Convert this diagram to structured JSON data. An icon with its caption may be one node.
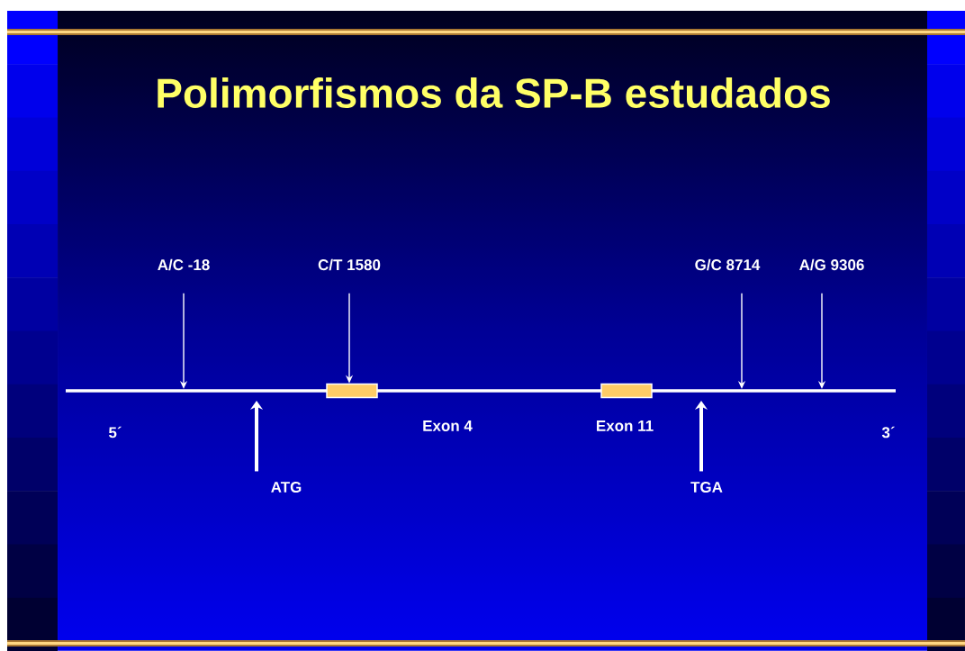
{
  "diagram": {
    "title": "Polimorfismos da SP-B estudados",
    "nodes": [
      {
        "text": [
          "A/C -18"
        ]
      },
      {
        "text": [
          "C/T 1580"
        ]
      },
      {
        "text": [
          "G/C 8714"
        ]
      },
      {
        "text": [
          "A/G 9306"
        ]
      },
      {
        "text": [],
        "shape": "bar"
      },
      {
        "text": [],
        "shape": "box"
      },
      {
        "text": [],
        "shape": "box"
      },
      {
        "text": [
          "ATG"
        ]
      },
      {
        "text": [
          "TGA"
        ]
      }
    ],
    "edges": [
      {
        "from": 0,
        "to": 4,
        "arrow": "to"
      },
      {
        "from": 1,
        "to": 5,
        "arrow": "to"
      },
      {
        "from": 2,
        "to": 4,
        "arrow": "to"
      },
      {
        "from": 3,
        "to": 4,
        "arrow": "to"
      },
      {
        "from": 7,
        "to": 4,
        "arrow": "to",
        "style": "thick"
      },
      {
        "from": 8,
        "to": 4,
        "arrow": "to",
        "style": "thick"
      }
    ],
    "labels": [
      "5´",
      "Exon  4",
      "Exon 11",
      "3´"
    ]
  }
}
